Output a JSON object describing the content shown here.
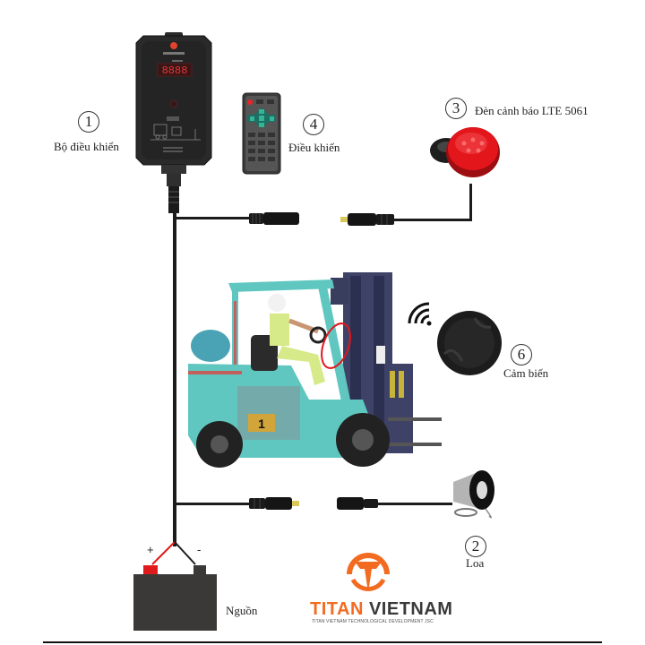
{
  "components": [
    {
      "id": 1,
      "number": "1",
      "label": "Bộ điều khiển"
    },
    {
      "id": 2,
      "number": "2",
      "label": "Loa"
    },
    {
      "id": 3,
      "number": "3",
      "label": "Đèn cảnh báo LTE 5061"
    },
    {
      "id": 4,
      "number": "4",
      "label": "Điều khiển"
    },
    {
      "id": 6,
      "number": "6",
      "label": "Cảm biến"
    }
  ],
  "controller": {
    "display_value": "8888"
  },
  "forklift": {
    "number_plate": "1"
  },
  "battery": {
    "label": "Nguồn",
    "positive": "+",
    "negative": "-"
  },
  "brand": {
    "name_primary": "TITAN",
    "name_secondary": "VIETNAM",
    "tagline": "TITAN VIETNAM TECHNOLOGICAL DEVELOPMENT JSC",
    "primary_color": "#f26b21",
    "secondary_color": "#3a3a3a"
  },
  "colors": {
    "wire": "#1c1c1c",
    "battery": "#3b3838",
    "positive_terminal": "#e01b1b",
    "forklift_body": "#5fc7c0",
    "lamp_red": "#e3161c"
  }
}
